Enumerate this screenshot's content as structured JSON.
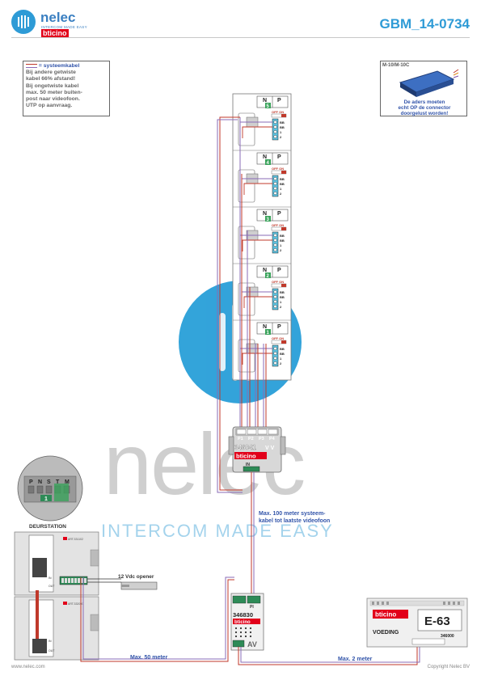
{
  "header": {
    "logo_name": "nelec",
    "logo_tagline": "INTERCOM MADE EASY",
    "logo_brand": "bticino",
    "doc_id": "GBM_14-0734"
  },
  "legend": {
    "line1": "= systeemkabel",
    "line2": "Bij andere getwiste",
    "line3": "kabel 66% afstand!",
    "line4": "Bij ongetwiste kabel",
    "line5": "max. 50 meter buiten-",
    "line6": "post naar videofoon.",
    "line7": "UTP op aanvraag."
  },
  "connector_box": {
    "title": "M-10/M-10C",
    "note1": "De aders moeten",
    "note2": "echt OP de connector",
    "note3": "doorgelust worden!"
  },
  "phones": [
    {
      "n": "N",
      "p": "P",
      "number": "5",
      "switch": "OFF ON"
    },
    {
      "n": "N",
      "p": "P",
      "number": "4",
      "switch": "OFF ON"
    },
    {
      "n": "N",
      "p": "P",
      "number": "3",
      "switch": "OFF ON"
    },
    {
      "n": "N",
      "p": "P",
      "number": "2",
      "switch": "OFF ON"
    },
    {
      "n": "N",
      "p": "P",
      "number": "1",
      "switch": "OFF ON"
    }
  ],
  "terminal_labels": [
    "BB",
    "BB",
    "1",
    "2"
  ],
  "distributor": {
    "ports": [
      "P1",
      "P2",
      "P3",
      "P4"
    ],
    "model": "346841",
    "vv": "V V",
    "brand": "bticino",
    "in": "IN"
  },
  "cable_notes": {
    "max100_line1": "Max. 100 meter systeem-",
    "max100_line2": "kabel tot laatste videofoon",
    "max50": "Max. 50 meter",
    "max2": "Max. 2 meter"
  },
  "deurstation": {
    "label": "DEURSTATION",
    "terminal_letters": [
      "P",
      "N",
      "S",
      "T",
      "M"
    ],
    "terminal_number": "1",
    "module1": "ART.331102",
    "module2": "ART.332000",
    "in": "IN",
    "out": "OUT"
  },
  "opener": {
    "label": "12 Vdc opener"
  },
  "interface": {
    "pi": "PI",
    "model": "346830",
    "brand": "bticino",
    "av": "AV"
  },
  "psu": {
    "brand": "bticino",
    "model": "E-63",
    "label": "VOEDING",
    "part": "346000"
  },
  "watermark": {
    "name": "nelec",
    "tagline": "INTERCOM MADE EASY"
  },
  "footer": {
    "url": "www.nelec.com",
    "copyright": "Copyright Nelec BV"
  }
}
